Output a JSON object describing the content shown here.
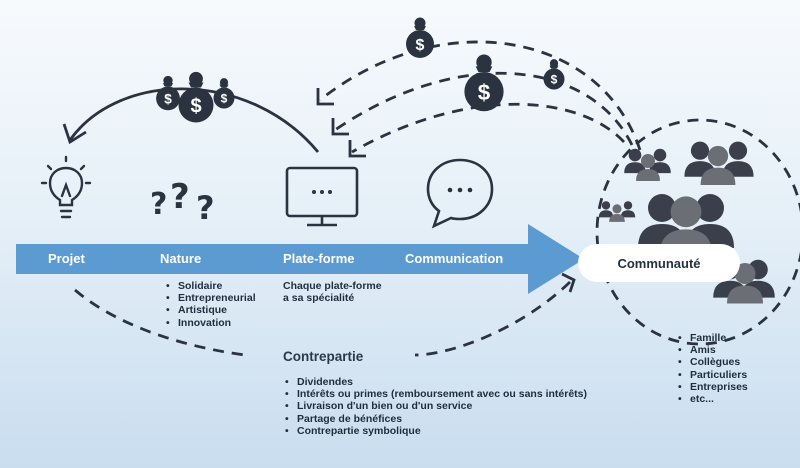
{
  "stages": {
    "projet": "Projet",
    "nature": "Nature",
    "plateforme": "Plate-forme",
    "communication": "Communication",
    "communaute": "Communauté"
  },
  "nature_items": [
    "Solidaire",
    "Entrepreneurial",
    "Artistique",
    "Innovation"
  ],
  "plateforme_desc": {
    "line1": "Chaque plate-forme",
    "line2": "a sa spécialité"
  },
  "communaute_items": [
    "Famille",
    "Amis",
    "Collègues",
    "Particuliers",
    "Entreprises",
    "etc..."
  ],
  "contrepartie": {
    "title": "Contrepartie",
    "items": [
      "Dividendes",
      "Intérêts ou primes (remboursement avec ou sans intérêts)",
      "Livraison d'un bien ou d'un service",
      "Partage de bénéfices",
      "Contrepartie symbolique"
    ]
  },
  "icons": {
    "money": "money-bag-icon",
    "idea": "lightbulb-icon",
    "question": "question-marks-icon",
    "screen": "monitor-icon",
    "chat": "speech-bubble-icon",
    "people": "people-icon"
  },
  "colors": {
    "arrow": "#5b9bd1",
    "icon_dark": "#2b3340",
    "people_dark": "#3a3f4b",
    "people_gray": "#6b6e75"
  }
}
